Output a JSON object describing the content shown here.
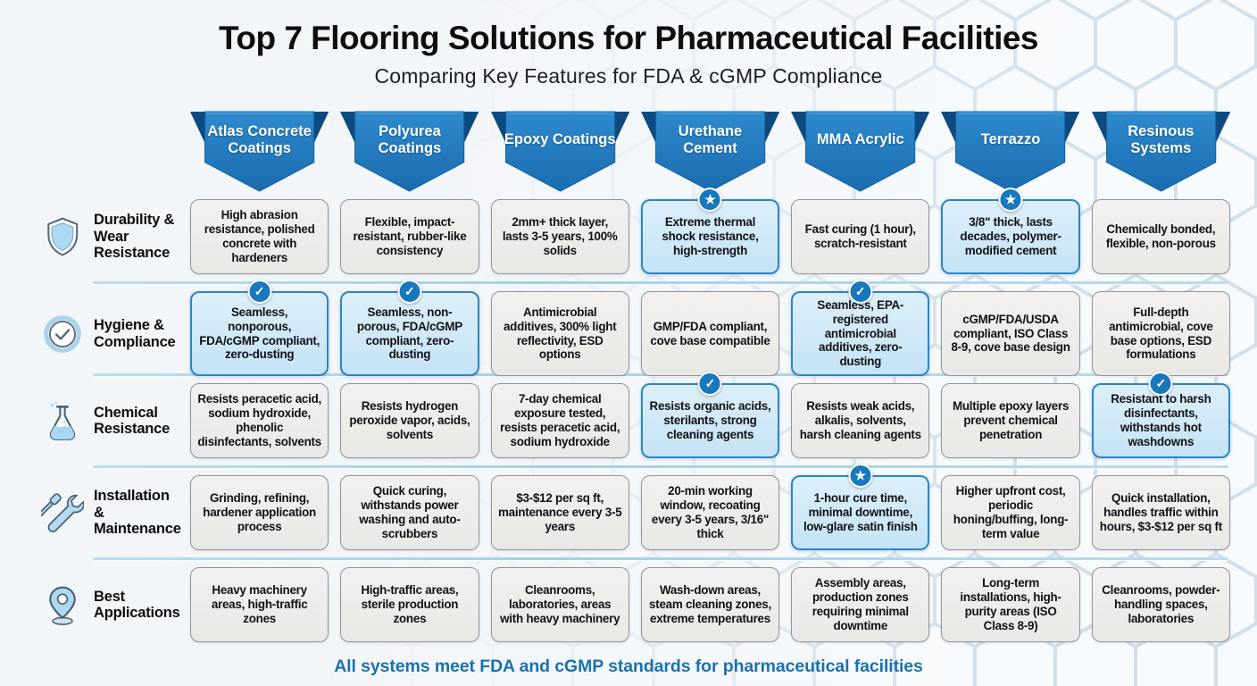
{
  "header": {
    "title": "Top 7 Flooring Solutions for Pharmaceutical Facilities",
    "subtitle": "Comparing Key Features for FDA & cGMP Compliance"
  },
  "columns": [
    {
      "label": "Atlas Concrete Coatings"
    },
    {
      "label": "Polyurea Coatings"
    },
    {
      "label": "Epoxy Coatings"
    },
    {
      "label": "Urethane Cement"
    },
    {
      "label": "MMA Acrylic"
    },
    {
      "label": "Terrazzo"
    },
    {
      "label": "Resinous Systems"
    }
  ],
  "rows": [
    {
      "label": "Durability & Wear Resistance",
      "icon": "shield-icon",
      "cells": [
        {
          "text": "High abrasion resistance, polished concrete with hardeners",
          "highlight": false,
          "badge": ""
        },
        {
          "text": "Flexible, impact-resistant, rubber-like consistency",
          "highlight": false,
          "badge": ""
        },
        {
          "text": "2mm+ thick layer, lasts 3-5 years, 100% solids",
          "highlight": false,
          "badge": ""
        },
        {
          "text": "Extreme thermal shock resistance, high-strength",
          "highlight": true,
          "badge": "star"
        },
        {
          "text": "Fast curing (1 hour), scratch-resistant",
          "highlight": false,
          "badge": ""
        },
        {
          "text": "3/8\" thick, lasts decades, polymer-modified cement",
          "highlight": true,
          "badge": "star"
        },
        {
          "text": "Chemically bonded, flexible, non-porous",
          "highlight": false,
          "badge": ""
        }
      ]
    },
    {
      "label": "Hygiene & Compliance",
      "icon": "check-circle-icon",
      "cells": [
        {
          "text": "Seamless, nonporous, FDA/cGMP compliant, zero-dusting",
          "highlight": true,
          "badge": "check"
        },
        {
          "text": "Seamless, non-porous, FDA/cGMP compliant, zero-dusting",
          "highlight": true,
          "badge": "check"
        },
        {
          "text": "Antimicrobial additives, 300% light reflectivity, ESD options",
          "highlight": false,
          "badge": ""
        },
        {
          "text": "GMP/FDA compliant, cove base compatible",
          "highlight": false,
          "badge": ""
        },
        {
          "text": "Seamless, EPA-registered antimicrobial additives, zero-dusting",
          "highlight": true,
          "badge": "check"
        },
        {
          "text": "cGMP/FDA/USDA compliant, ISO Class 8-9, cove base design",
          "highlight": false,
          "badge": ""
        },
        {
          "text": "Full-depth antimicrobial, cove base options, ESD formulations",
          "highlight": false,
          "badge": ""
        }
      ]
    },
    {
      "label": "Chemical Resistance",
      "icon": "flask-icon",
      "cells": [
        {
          "text": "Resists peracetic acid, sodium hydroxide, phenolic disinfectants, solvents",
          "highlight": false,
          "badge": ""
        },
        {
          "text": "Resists hydrogen peroxide vapor, acids, solvents",
          "highlight": false,
          "badge": ""
        },
        {
          "text": "7-day chemical exposure tested, resists peracetic acid, sodium hydroxide",
          "highlight": false,
          "badge": ""
        },
        {
          "text": "Resists organic acids, sterilants, strong cleaning agents",
          "highlight": true,
          "badge": "check"
        },
        {
          "text": "Resists weak acids, alkalis, solvents, harsh cleaning agents",
          "highlight": false,
          "badge": ""
        },
        {
          "text": "Multiple epoxy layers prevent chemical penetration",
          "highlight": false,
          "badge": ""
        },
        {
          "text": "Resistant to harsh disinfectants, withstands hot washdowns",
          "highlight": true,
          "badge": "check"
        }
      ]
    },
    {
      "label": "Installation & Maintenance",
      "icon": "tools-icon",
      "cells": [
        {
          "text": "Grinding, refining, hardener application process",
          "highlight": false,
          "badge": ""
        },
        {
          "text": "Quick curing, withstands power washing and auto-scrubbers",
          "highlight": false,
          "badge": ""
        },
        {
          "text": "$3-$12 per sq ft, maintenance every 3-5 years",
          "highlight": false,
          "badge": ""
        },
        {
          "text": "20-min working window, recoating every 3-5 years, 3/16\" thick",
          "highlight": false,
          "badge": ""
        },
        {
          "text": "1-hour cure time, minimal downtime, low-glare satin finish",
          "highlight": true,
          "badge": "star"
        },
        {
          "text": "Higher upfront cost, periodic honing/buffing, long-term value",
          "highlight": false,
          "badge": ""
        },
        {
          "text": "Quick installation, handles traffic within hours, $3-$12 per sq ft",
          "highlight": false,
          "badge": ""
        }
      ]
    },
    {
      "label": "Best Applications",
      "icon": "location-pin-icon",
      "cells": [
        {
          "text": "Heavy machinery areas, high-traffic zones",
          "highlight": false,
          "badge": ""
        },
        {
          "text": "High-traffic areas, sterile production zones",
          "highlight": false,
          "badge": ""
        },
        {
          "text": "Cleanrooms, laboratories, areas with heavy machinery",
          "highlight": false,
          "badge": ""
        },
        {
          "text": "Wash-down areas, steam cleaning zones, extreme temperatures",
          "highlight": false,
          "badge": ""
        },
        {
          "text": "Assembly areas, production zones requiring minimal downtime",
          "highlight": false,
          "badge": ""
        },
        {
          "text": "Long-term installations, high-purity areas (ISO Class 8-9)",
          "highlight": false,
          "badge": ""
        },
        {
          "text": "Cleanrooms, powder-handling spaces, laboratories",
          "highlight": false,
          "badge": ""
        }
      ]
    }
  ],
  "footer": {
    "text": "All systems meet FDA and cGMP standards for pharmaceutical facilities"
  },
  "badges": {
    "star": "★",
    "check": "✓"
  },
  "colors": {
    "banner_blue": "#1b77bb",
    "banner_fold": "#0d4a80",
    "highlight_bg": "#cfe8f7",
    "highlight_border": "#2a85c7",
    "cell_bg": "#eeedeb",
    "badge_blue": "#1878bd",
    "footer_text": "#1a72ad",
    "separator": "#a5d0e6"
  }
}
